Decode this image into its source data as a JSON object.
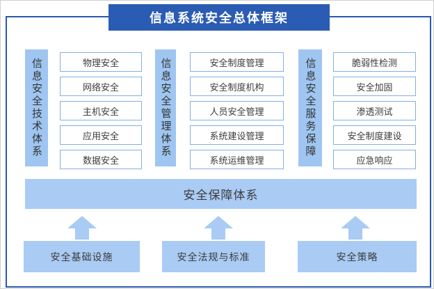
{
  "title": "信息系统安全总体框架",
  "columns": [
    {
      "label": "信息安全技术体系",
      "items": [
        "物理安全",
        "网络安全",
        "主机安全",
        "应用安全",
        "数据安全"
      ]
    },
    {
      "label": "信息安全管理体系",
      "items": [
        "安全制度管理",
        "安全制度机构",
        "人员安全管理",
        "系统建设管理",
        "系统运维管理"
      ]
    },
    {
      "label": "信息安全服务保障",
      "items": [
        "脆弱性检测",
        "安全加固",
        "渗透测试",
        "安全制度建设",
        "应急响应"
      ]
    }
  ],
  "assurance_bar": {
    "label": "安全保障体系"
  },
  "foundations": [
    {
      "label": "安全基础设施"
    },
    {
      "label": "安全法规与标准"
    },
    {
      "label": "安全策略"
    }
  ],
  "colors": {
    "banner_blue": "#2b5cb3",
    "border_blue": "#2a58ac",
    "vbar_fill": "#9fc5f1",
    "light_fill": "#a9cbf4",
    "item_border": "#85aee0",
    "text_dark": "#3c3c3c"
  }
}
